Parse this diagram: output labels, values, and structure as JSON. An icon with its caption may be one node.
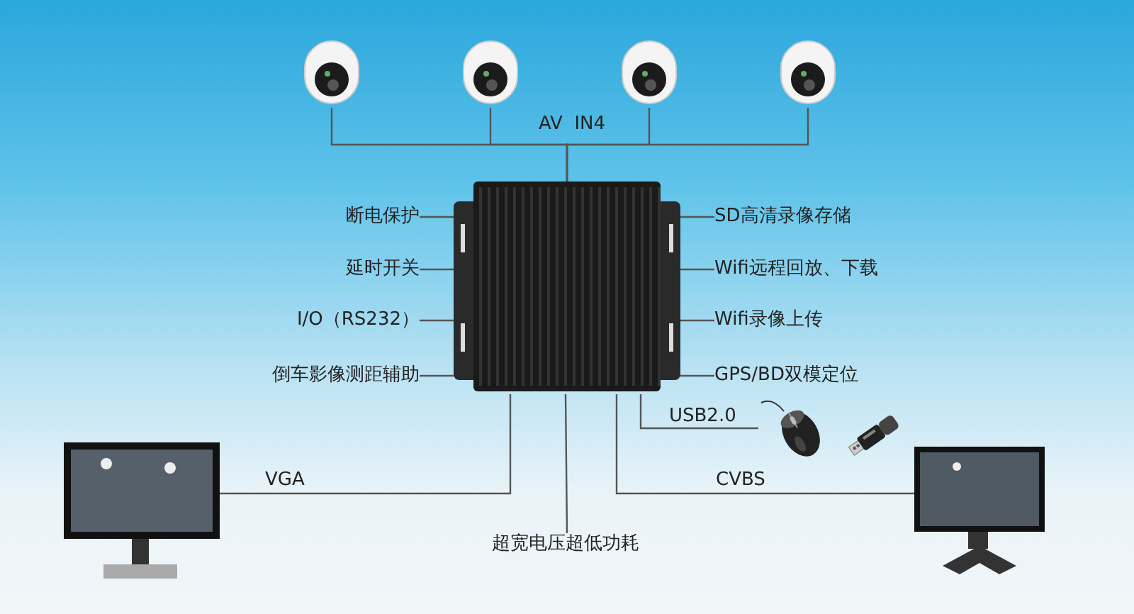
{
  "diagram": {
    "nodes": [
      {
        "text": [],
        "shape": "picture"
      },
      {
        "text": [],
        "shape": "picture"
      },
      {
        "text": [],
        "shape": "picture"
      },
      {
        "text": [],
        "shape": "picture"
      },
      {
        "text": [],
        "shape": "picture"
      },
      {
        "text": [
          "断电保护"
        ]
      },
      {
        "text": [
          "延时开关"
        ]
      },
      {
        "text": [
          "I/O（RS232）"
        ]
      },
      {
        "text": [
          "倒车影像测距辅助"
        ]
      },
      {
        "text": [
          "SD高清录像存储"
        ]
      },
      {
        "text": [
          "Wifi远程回放、下载"
        ]
      },
      {
        "text": [
          "Wifi录像上传"
        ]
      },
      {
        "text": [
          "GPS/BD双模定位"
        ]
      },
      {
        "text": [],
        "shape": "picture"
      },
      {
        "text": [],
        "shape": "picture"
      },
      {
        "text": [],
        "shape": "picture"
      },
      {
        "text": [],
        "shape": "picture"
      },
      {
        "text": [
          "超宽电压超低功耗"
        ]
      }
    ],
    "edges": [
      {
        "from": 0,
        "to": 4,
        "arrow": "none"
      },
      {
        "from": 1,
        "to": 4,
        "arrow": "none",
        "label": "AV  IN4"
      },
      {
        "from": 2,
        "to": 4,
        "arrow": "none"
      },
      {
        "from": 3,
        "to": 4,
        "arrow": "none"
      },
      {
        "from": 5,
        "to": 4,
        "arrow": "none"
      },
      {
        "from": 6,
        "to": 4,
        "arrow": "none"
      },
      {
        "from": 7,
        "to": 4,
        "arrow": "none"
      },
      {
        "from": 8,
        "to": 4,
        "arrow": "none"
      },
      {
        "from": 9,
        "to": 4,
        "arrow": "none"
      },
      {
        "from": 10,
        "to": 4,
        "arrow": "none"
      },
      {
        "from": 11,
        "to": 4,
        "arrow": "none"
      },
      {
        "from": 12,
        "to": 4,
        "arrow": "none"
      },
      {
        "from": 4,
        "to": 13,
        "arrow": "none",
        "label": "VGA"
      },
      {
        "from": 4,
        "to": 14,
        "arrow": "none",
        "label": "CVBS"
      },
      {
        "from": 4,
        "to": 15,
        "arrow": "none",
        "label": "USB2.0"
      },
      {
        "from": 17,
        "to": 4,
        "arrow": "none"
      }
    ]
  }
}
